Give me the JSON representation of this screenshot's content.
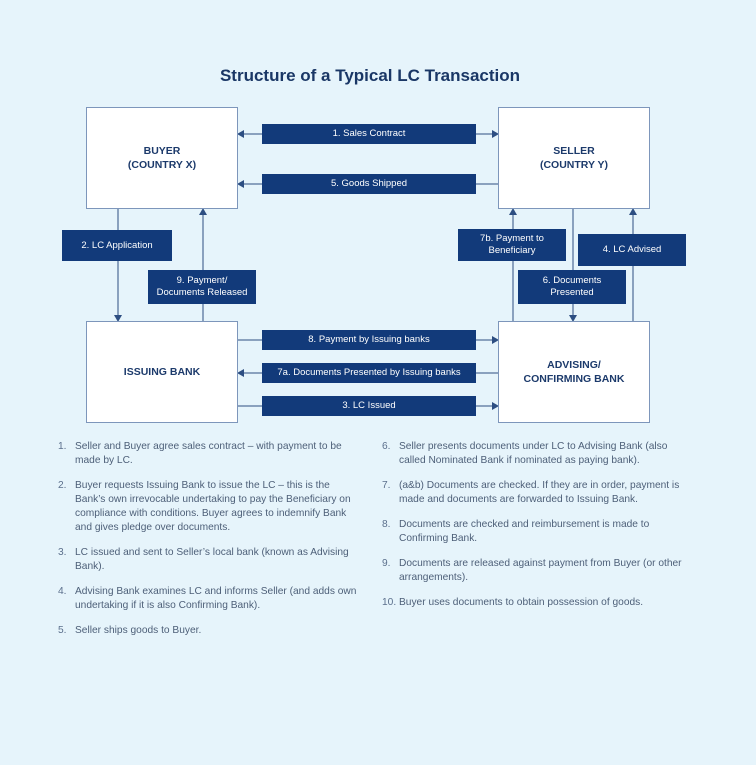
{
  "title": "Structure of a Typical LC Transaction",
  "boxes": {
    "buyer": "BUYER\n(COUNTRY X)",
    "seller": "SELLER\n(COUNTRY Y)",
    "issuing_bank": "ISSUING BANK",
    "advising_bank": "ADVISING/\nCONFIRMING BANK"
  },
  "labels": {
    "sales_contract": "1. Sales Contract",
    "goods_shipped": "5. Goods Shipped",
    "lc_application": "2. LC Application",
    "payment_documents_released": "9. Payment/\nDocuments Released",
    "payment_to_beneficiary": "7b. Payment to\nBeneficiary",
    "lc_advised": "4. LC Advised",
    "documents_presented": "6. Documents\nPresented",
    "payment_by_issuing": "8. Payment by Issuing banks",
    "documents_presented_by_issuing": "7a. Documents Presented by Issuing banks",
    "lc_issued": "3. LC Issued"
  },
  "notes_left": [
    {
      "num": "1.",
      "text": "Seller and Buyer agree sales contract – with payment to be made by LC."
    },
    {
      "num": "2.",
      "text": "Buyer requests Issuing Bank to issue the LC – this is the Bank’s own irrevocable undertaking to pay the Beneficiary on compliance with conditions. Buyer agrees to indemnify Bank and gives pledge over documents."
    },
    {
      "num": "3.",
      "text": "LC issued and sent to Seller’s local bank (known as Advising Bank)."
    },
    {
      "num": "4.",
      "text": "Advising Bank examines LC and informs Seller (and adds own undertaking if it is also Confirming Bank)."
    },
    {
      "num": "5.",
      "text": "Seller ships goods to Buyer."
    }
  ],
  "notes_right": [
    {
      "num": "6.",
      "text": "Seller presents documents under LC to Advising Bank (also called Nominated Bank if nominated as paying bank)."
    },
    {
      "num": "7.",
      "text": "(a&b) Documents are checked. If they are in order, payment is made and documents are forwarded to Issuing Bank."
    },
    {
      "num": "8.",
      "text": "Documents are checked and reimbursement is made to Confirming Bank."
    },
    {
      "num": "9.",
      "text": "Documents are released against payment from Buyer (or other arrangements)."
    },
    {
      "num": "10.",
      "text": "Buyer uses documents to obtain possession of goods."
    }
  ],
  "colors": {
    "label_bg": "#123a7a",
    "title": "#1a3766",
    "background": "#e6f4fb"
  }
}
